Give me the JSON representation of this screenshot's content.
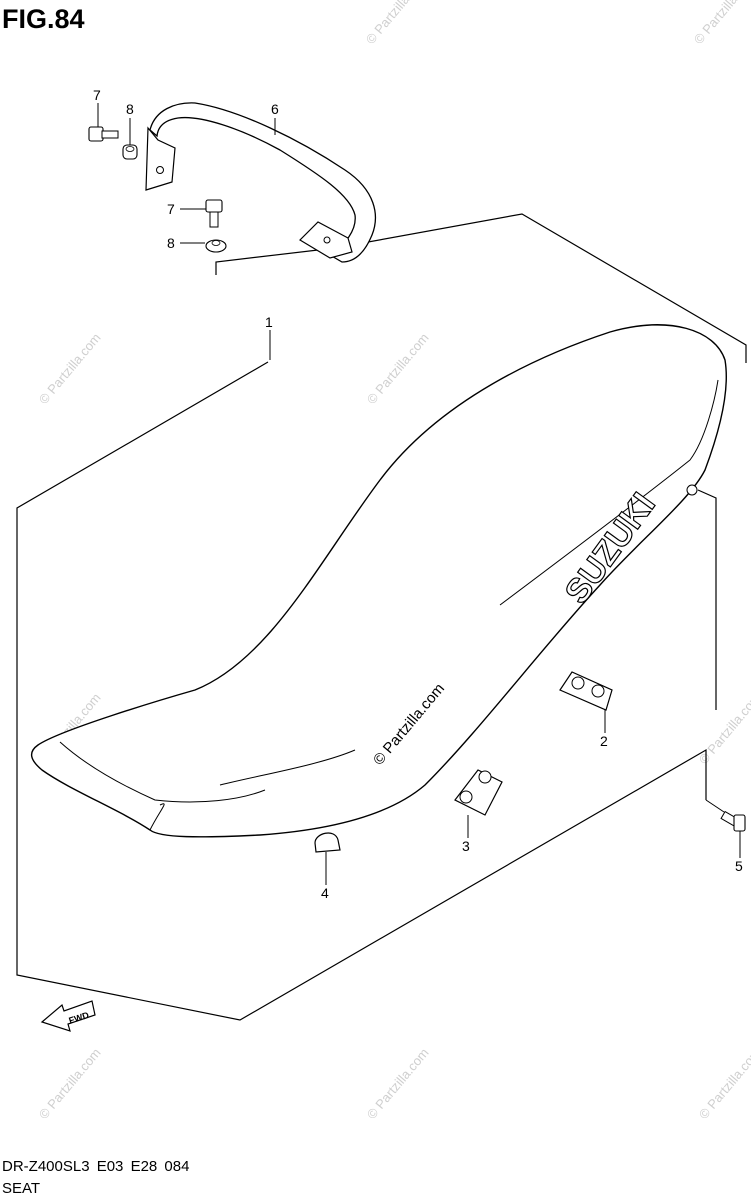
{
  "figure": {
    "title": "FIG.84"
  },
  "footer": {
    "code": "DR-Z400SL3  E03  E28  084",
    "name": "SEAT"
  },
  "brand_text": "SUZUKI",
  "direction_label": "FWD",
  "watermark": {
    "center": "© Partzilla.com",
    "repeat": "© Partzilla.com"
  },
  "callouts": [
    {
      "id": "1",
      "label": "1"
    },
    {
      "id": "2",
      "label": "2"
    },
    {
      "id": "3",
      "label": "3"
    },
    {
      "id": "4",
      "label": "4"
    },
    {
      "id": "5",
      "label": "5"
    },
    {
      "id": "6",
      "label": "6"
    },
    {
      "id": "7a",
      "label": "7"
    },
    {
      "id": "7b",
      "label": "7"
    },
    {
      "id": "8a",
      "label": "8"
    },
    {
      "id": "8b",
      "label": "8"
    }
  ],
  "colors": {
    "line": "#000000",
    "watermark": "#cfcfcf",
    "background": "#ffffff"
  }
}
